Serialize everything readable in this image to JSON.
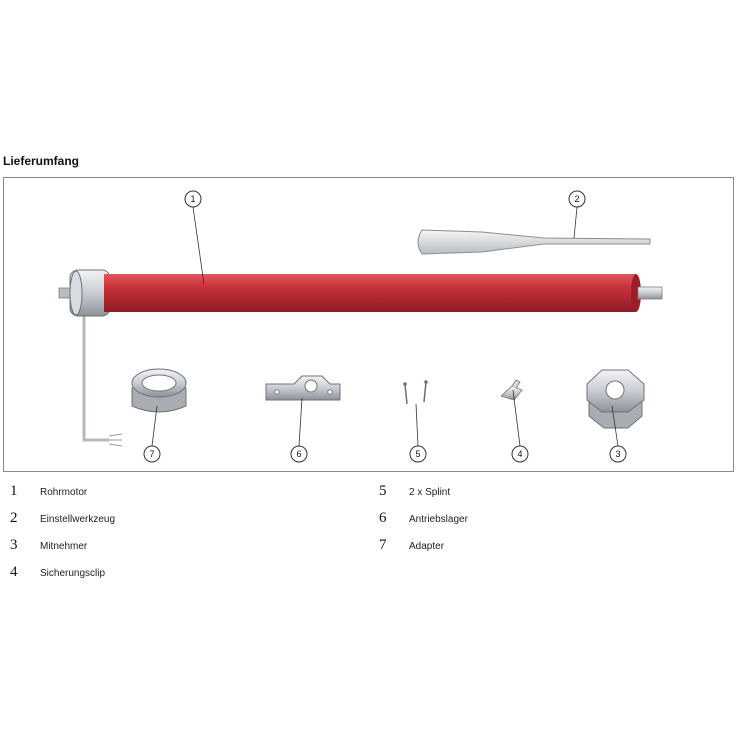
{
  "heading": "Lieferumfang",
  "callouts": [
    "1",
    "2",
    "3",
    "4",
    "5",
    "6",
    "7"
  ],
  "legend": [
    {
      "num": "1",
      "label": "Rohrmotor"
    },
    {
      "num": "2",
      "label": "Einstellwerkzeug"
    },
    {
      "num": "3",
      "label": "Mitnehmer"
    },
    {
      "num": "4",
      "label": "Sicherungsclip"
    },
    {
      "num": "5",
      "label": "2 x Splint"
    },
    {
      "num": "6",
      "label": "Antriebslager"
    },
    {
      "num": "7",
      "label": "Adapter"
    }
  ],
  "colors": {
    "motor_tube": "#c8313a",
    "frame_border": "#8a8a8a",
    "metal": "#c9cdd2"
  }
}
